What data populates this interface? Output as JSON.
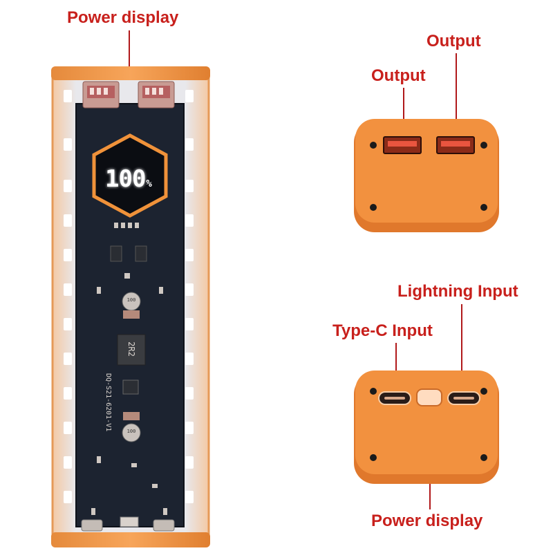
{
  "labels": {
    "top_display": "Power display",
    "output_left": "Output",
    "output_right": "Output",
    "lightning": "Lightning Input",
    "typec": "Type-C Input",
    "bottom_display": "Power display"
  },
  "screen": {
    "value": "100",
    "unit": "%"
  },
  "pcb_markings": {
    "inductor": "2R2",
    "board_id": "DQ-S21-6201-V1",
    "cap_text": "100"
  },
  "colors": {
    "label_red": "#c8201c",
    "shell_orange": "#f0923a",
    "pcb_dark": "#1c2330",
    "display_glow": "#ffffff"
  }
}
